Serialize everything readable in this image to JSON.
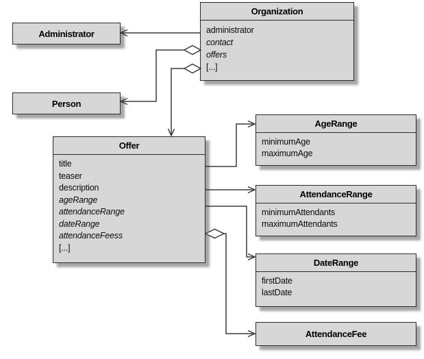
{
  "diagram": {
    "type": "uml-class-diagram",
    "classes": {
      "organization": {
        "name": "Organization",
        "fields": [
          {
            "text": "administrator",
            "style": "normal"
          },
          {
            "text": "contact",
            "style": "italic"
          },
          {
            "text": "offers",
            "style": "italic"
          },
          {
            "text": "[...]",
            "style": "normal"
          }
        ]
      },
      "administrator": {
        "name": "Administrator",
        "fields": []
      },
      "person": {
        "name": "Person",
        "fields": []
      },
      "offer": {
        "name": "Offer",
        "fields": [
          {
            "text": "title",
            "style": "normal"
          },
          {
            "text": "teaser",
            "style": "normal"
          },
          {
            "text": "description",
            "style": "normal"
          },
          {
            "text": "ageRange",
            "style": "italic"
          },
          {
            "text": "attendanceRange",
            "style": "italic"
          },
          {
            "text": "dateRange",
            "style": "italic"
          },
          {
            "text": "attendanceFeess",
            "style": "italic"
          },
          {
            "text": "[...]",
            "style": "normal"
          }
        ]
      },
      "ageRange": {
        "name": "AgeRange",
        "fields": [
          {
            "text": "minimumAge",
            "style": "normal"
          },
          {
            "text": "maximumAge",
            "style": "normal"
          }
        ]
      },
      "attendanceRange": {
        "name": "AttendanceRange",
        "fields": [
          {
            "text": "minimumAttendants",
            "style": "normal"
          },
          {
            "text": "maximumAttendants",
            "style": "normal"
          }
        ]
      },
      "dateRange": {
        "name": "DateRange",
        "fields": [
          {
            "text": "firstDate",
            "style": "normal"
          },
          {
            "text": "lastDate",
            "style": "normal"
          }
        ]
      },
      "attendanceFee": {
        "name": "AttendanceFee",
        "fields": []
      }
    },
    "relations": [
      {
        "from": "Organization.administrator",
        "to": "Administrator",
        "type": "arrow"
      },
      {
        "from": "Organization.contact",
        "to": "Person",
        "type": "aggregation-arrow"
      },
      {
        "from": "Organization.offers",
        "to": "Offer",
        "type": "aggregation-arrow"
      },
      {
        "from": "Offer.ageRange",
        "to": "AgeRange",
        "type": "arrow"
      },
      {
        "from": "Offer.attendanceRange",
        "to": "AttendanceRange",
        "type": "arrow"
      },
      {
        "from": "Offer.dateRange",
        "to": "DateRange",
        "type": "arrow"
      },
      {
        "from": "Offer.attendanceFeess",
        "to": "AttendanceFee",
        "type": "aggregation-arrow"
      }
    ],
    "colors": {
      "box_fill": "#d7d7d7",
      "box_border": "#292929",
      "line": "#3a3a3a",
      "diamond_fill": "#ffffff",
      "background": "#ffffff"
    }
  }
}
